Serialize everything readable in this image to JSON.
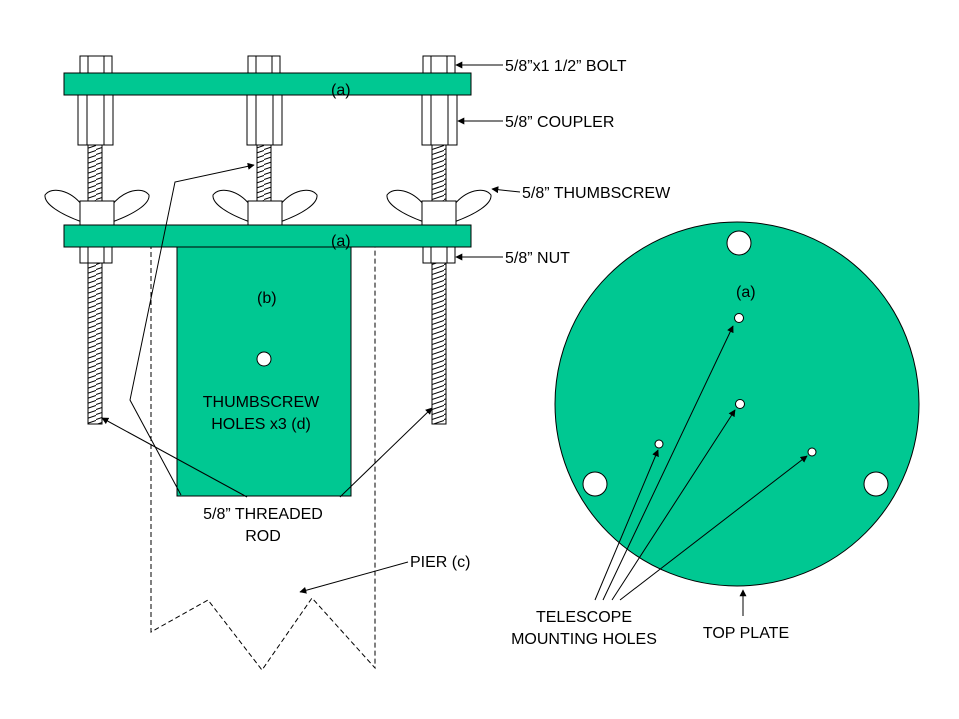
{
  "colors": {
    "plate": "#00C892",
    "stroke": "#000000",
    "hardware": "#ffffff"
  },
  "labels": {
    "bolt": "5/8”x1 1/2” BOLT",
    "coupler": "5/8” COUPLER",
    "thumbscrew": "5/8” THUMBSCREW",
    "nut": "5/8” NUT",
    "plate_a_top": "(a)",
    "plate_a_middle": "(a)",
    "block_b": "(b)",
    "holes_line1": "THUMBSCREW",
    "holes_line2": "HOLES x3 (d)",
    "rod_line1": "5/8” THREADED",
    "rod_line2": "ROD",
    "pier": "PIER (c)",
    "circle_a": "(a)",
    "mounting_line1": "TELESCOPE",
    "mounting_line2": "MOUNTING HOLES",
    "top_plate": "TOP PLATE"
  }
}
